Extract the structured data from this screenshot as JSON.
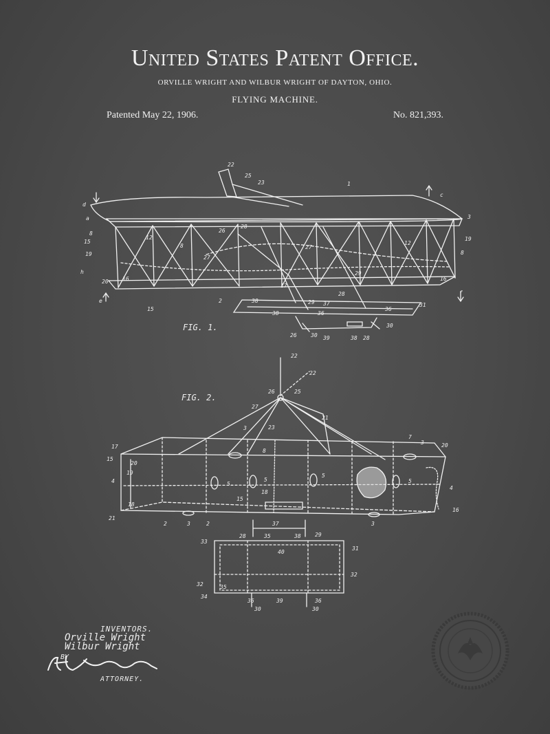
{
  "header": {
    "office": "United States Patent Office.",
    "inventors_line": "ORVILLE WRIGHT AND WILBUR WRIGHT OF DAYTON, OHIO.",
    "invention": "FLYING MACHINE.",
    "date": "Patented May 22, 1906.",
    "patent_number": "No. 821,393."
  },
  "figures": {
    "fig1_label": "FIG. 1.",
    "fig2_label": "FIG. 2."
  },
  "signatures": {
    "inventors_heading": "INVENTORS.",
    "inventor_1": "Orville Wright",
    "inventor_2": "Wilbur Wright",
    "by": "BY",
    "attorney_label": "ATTORNEY."
  },
  "colors": {
    "background": "#4a4a4a",
    "ink": "#f2f2f2"
  }
}
